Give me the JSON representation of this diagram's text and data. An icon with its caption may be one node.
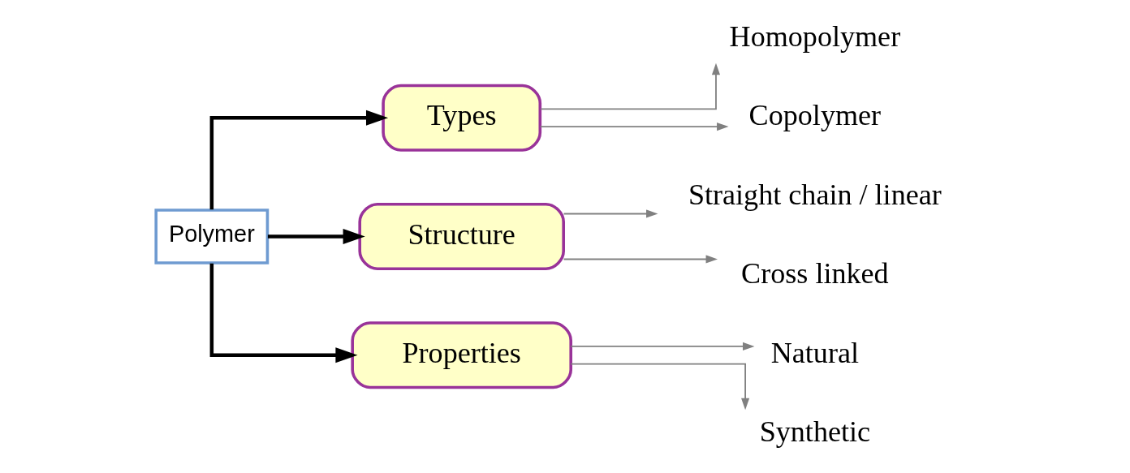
{
  "diagram": {
    "nodes": [
      {
        "text": [
          "Polymer"
        ]
      },
      {
        "text": [
          "Types"
        ]
      },
      {
        "text": [
          "Structure"
        ]
      },
      {
        "text": [
          "Properties"
        ]
      },
      {
        "text": [
          "Homopolymer"
        ]
      },
      {
        "text": [
          "Copolymer"
        ]
      },
      {
        "text": [
          "Straight chain / linear"
        ]
      },
      {
        "text": [
          "Cross linked"
        ]
      },
      {
        "text": [
          "Natural"
        ]
      },
      {
        "text": [
          "Synthetic"
        ]
      }
    ],
    "edges": [
      {
        "from": 0,
        "to": 1,
        "arrow": "to",
        "style": "thick",
        "color": "#000000"
      },
      {
        "from": 0,
        "to": 2,
        "arrow": "to",
        "style": "thick",
        "color": "#000000"
      },
      {
        "from": 0,
        "to": 3,
        "arrow": "to",
        "style": "thick",
        "color": "#000000"
      },
      {
        "from": 1,
        "to": 4,
        "arrow": "to"
      },
      {
        "from": 1,
        "to": 5,
        "arrow": "to"
      },
      {
        "from": 2,
        "to": 6,
        "arrow": "to"
      },
      {
        "from": 2,
        "to": 7,
        "arrow": "to"
      },
      {
        "from": 3,
        "to": 8,
        "arrow": "to"
      },
      {
        "from": 3,
        "to": 9,
        "arrow": "to"
      }
    ]
  }
}
